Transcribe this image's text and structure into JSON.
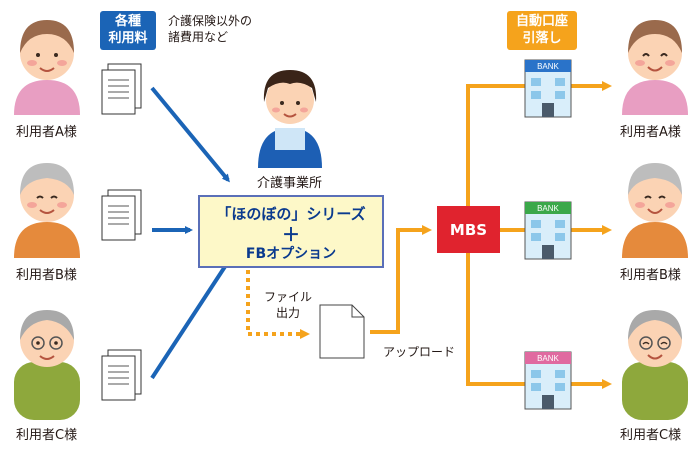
{
  "users": [
    {
      "label": "利用者A様",
      "hair": "#9a6a4c",
      "shirt": "#e89ec2"
    },
    {
      "label": "利用者B様",
      "hair": "#bdbdbd",
      "shirt": "#e58a3c"
    },
    {
      "label": "利用者C様",
      "hair": "#a9a9a9",
      "shirt": "#8ea83c"
    }
  ],
  "fees_tag": {
    "line1": "各種",
    "line2": "利用料"
  },
  "fees_note": {
    "line1": "介護保険以外の",
    "line2": "諸費用など"
  },
  "office_label": "介護事業所",
  "fb_box": {
    "title": "「ほのぼの」シリーズ",
    "plus": "＋",
    "option": "FBオプション"
  },
  "file_output": {
    "line1": "ファイル",
    "line2": "出力"
  },
  "upload_label": "アップロード",
  "mbs_label": "MBS",
  "debit_tag": {
    "line1": "自動口座",
    "line2": "引落し"
  },
  "bank_label": "BANK",
  "banks": [
    {
      "roof_color": "#2a73c9"
    },
    {
      "roof_color": "#3ba84a"
    },
    {
      "roof_color": "#e06aa0"
    }
  ],
  "colors": {
    "blue_arrow": "#1b64b6",
    "orange_arrow": "#f5a31c",
    "tag_blue": "#1b64b6",
    "tag_orange": "#f5a31c",
    "mbs_red": "#e0232e"
  }
}
